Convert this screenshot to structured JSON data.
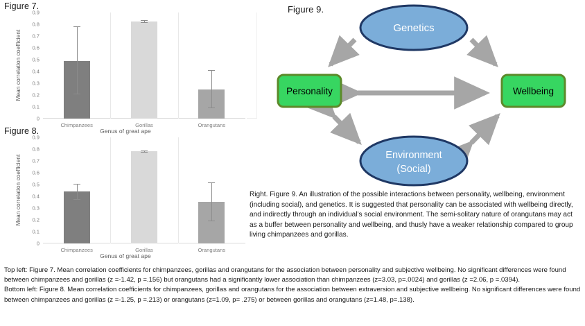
{
  "figures": {
    "fig7_label": "Figure 7.",
    "fig8_label": "Figure 8.",
    "fig9_label": "Figure 9."
  },
  "chart_data": [
    {
      "id": "figure7",
      "type": "bar",
      "title": "Figure 7.",
      "categories": [
        "Chimpanzees",
        "Gorillas",
        "Orangutans"
      ],
      "values": [
        0.49,
        0.825,
        0.25
      ],
      "errors_low": [
        0.21,
        0.82,
        0.095
      ],
      "errors_high": [
        0.78,
        0.835,
        0.41
      ],
      "bar_colors": [
        "#7f7f7f",
        "#d9d9d9",
        "#a6a6a6"
      ],
      "xlabel": "Genus of great ape",
      "ylabel": "Mean correlation coefficient",
      "ylim": [
        0,
        0.9
      ],
      "yticks": [
        "0",
        "0.1",
        "0.2",
        "0.3",
        "0.4",
        "0.5",
        "0.6",
        "0.7",
        "0.8",
        "0.9"
      ],
      "grid": false,
      "legend": "none"
    },
    {
      "id": "figure8",
      "type": "bar",
      "title": "Figure 8.",
      "categories": [
        "Chimpanzees",
        "Gorillas",
        "Orangutans"
      ],
      "values": [
        0.44,
        0.78,
        0.355
      ],
      "errors_low": [
        0.375,
        0.775,
        0.195
      ],
      "errors_high": [
        0.505,
        0.787,
        0.52
      ],
      "bar_colors": [
        "#7f7f7f",
        "#d9d9d9",
        "#a6a6a6"
      ],
      "xlabel": "Genus of great ape",
      "ylabel": "Mean correlation coefficient",
      "ylim": [
        0,
        0.9
      ],
      "yticks": [
        "0",
        "0.1",
        "0.2",
        "0.3",
        "0.4",
        "0.5",
        "0.6",
        "0.7",
        "0.8",
        "0.9"
      ],
      "grid": false,
      "legend": "none"
    }
  ],
  "diagram": {
    "label": "Figure 9.",
    "nodes": [
      {
        "id": "genetics",
        "label": "Genetics",
        "shape": "ellipse",
        "fill": "#7badd9",
        "stroke": "#1f3864",
        "text_color": "#ffffff"
      },
      {
        "id": "personality",
        "label": "Personality",
        "shape": "rounded-rect",
        "fill": "#37d661",
        "stroke": "#5c8a2a",
        "text_color": "#000000"
      },
      {
        "id": "wellbeing",
        "label": "Wellbeing",
        "shape": "rounded-rect",
        "fill": "#37d661",
        "stroke": "#5c8a2a",
        "text_color": "#000000"
      },
      {
        "id": "environment",
        "label_line1": "Environment",
        "label_line2": "(Social)",
        "shape": "ellipse",
        "fill": "#7badd9",
        "stroke": "#1f3864",
        "text_color": "#ffffff"
      }
    ],
    "edges": [
      {
        "from": "genetics",
        "to": "personality",
        "direction": "one-way"
      },
      {
        "from": "genetics",
        "to": "wellbeing",
        "direction": "one-way"
      },
      {
        "from": "personality",
        "to": "wellbeing",
        "direction": "two-way"
      },
      {
        "from": "personality",
        "to": "environment",
        "direction": "two-way"
      },
      {
        "from": "environment",
        "to": "wellbeing",
        "direction": "two-way"
      }
    ],
    "arrow_color": "#a6a6a6"
  },
  "captions": {
    "right": "Right. Figure 9. An illustration of the possible interactions between personality, wellbeing, environment (including social), and genetics. It is suggested that personality can be associated with wellbeing directly, and indirectly through an individual’s social environment. The semi-solitary nature of orangutans may act as a buffer between personality and wellbeing, and thusly have a weaker relationship compared to group living chimpanzees and gorillas.",
    "bottom_1": "Top left: Figure 7. Mean correlation coefficients for chimpanzees, gorillas and orangutans for the association between personality and subjective wellbeing. No significant differences were found between chimpanzees and gorillas (z =-1.42, p =.156) but orangutans had a significantly lower association than chimpanzees (z=3.03, p=.0024) and gorillas (z =2.06, p =.0394).",
    "bottom_2": "Bottom left: Figure 8. Mean correlation coefficients for chimpanzees, gorillas and orangutans for the association between extraversion and subjective wellbeing. No significant differences were found between chimpanzees and gorillas (z =-1.25, p =.213) or orangutans (z=1.09, p= .275) or between gorillas and orangutans (z=1.48, p=.138)."
  }
}
